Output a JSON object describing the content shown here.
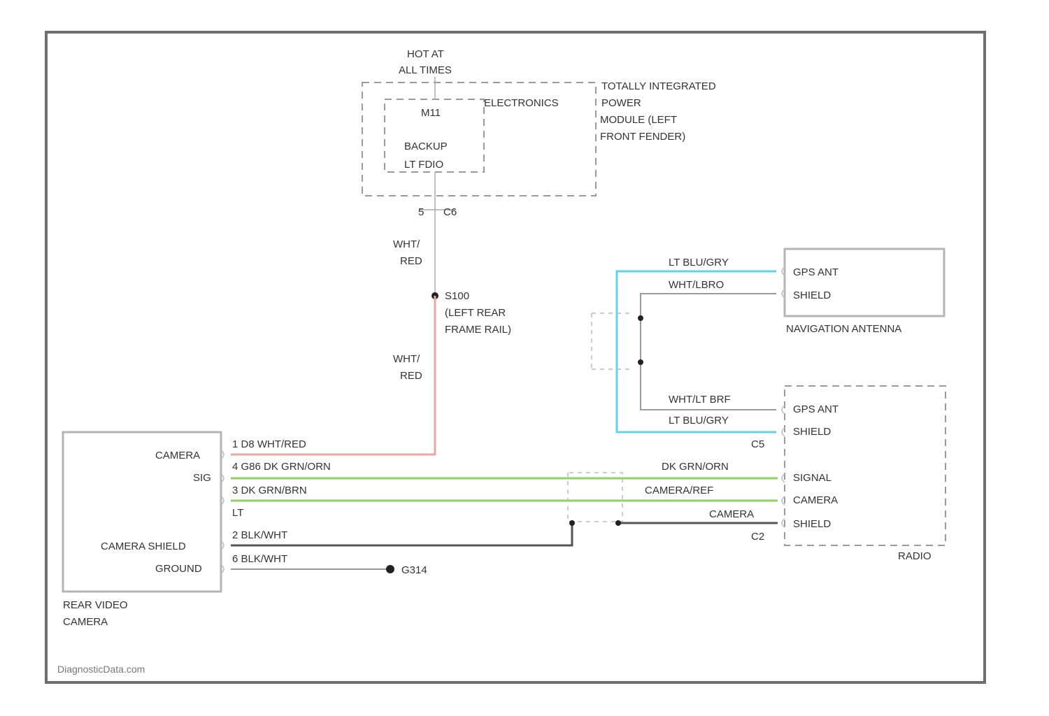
{
  "colors": {
    "wht_red": "#f2a3a3",
    "dk_grn": "#8cd35f",
    "blk": "#555555",
    "gry": "#999999",
    "lt_blu": "#5fd3ec",
    "frame": "#6e6e6e"
  },
  "labels": {
    "hot_at_all_times_1": "HOT AT",
    "hot_at_all_times_2": "ALL TIMES",
    "tipm_1": "TOTALLY INTEGRATED",
    "tipm_2": "POWER",
    "tipm_3": "MODULE (LEFT",
    "tipm_4": "FRONT FENDER)",
    "electronics": "ELECTRONICS",
    "fuse_id": "M11",
    "fuse_name": "BACKUP",
    "fuse_rating": "LT FDIO",
    "pin_left": "5",
    "connector_c6": "C6",
    "wire_wht_red_top_1": "WHT/",
    "wire_wht_red_top_2": "RED",
    "splice_id": "S100",
    "splice_loc_1": "(LEFT REAR",
    "splice_loc_2": "FRAME RAIL)",
    "wire_wht_red_mid_1": "WHT/",
    "wire_wht_red_mid_2": "RED",
    "nav_gps_ant": "GPS ANT",
    "nav_shield": "SHIELD",
    "nav_name": "NAVIGATION ANTENNA",
    "nav_wire_1": "LT BLU/GRY",
    "nav_wire_2": "WHT/LBRO",
    "radio_gps_ant": "GPS ANT",
    "radio_shield_1": "SHIELD",
    "radio_signal": "SIGNAL",
    "radio_camera": "CAMERA",
    "radio_shield_2": "SHIELD",
    "radio_name": "RADIO",
    "radio_wire_1": "WHT/LT BRF",
    "radio_wire_2": "LT BLU/GRY",
    "radio_c5": "C5",
    "radio_c2": "C2",
    "wire_dk_grn_orn": "DK GRN/ORN",
    "wire_camera_right": "CAMERA/REF",
    "wire_shield_right": "CAMERA",
    "camera_pin_camera": "CAMERA",
    "camera_pin_sig": "SIG",
    "camera_pin_camera_shield": "CAMERA SHIELD",
    "camera_pin_ground": "GROUND",
    "camera_name_1": "REAR VIDEO",
    "camera_name_2": "CAMERA",
    "camera_wire_1": "1 D8 WHT/RED",
    "camera_wire_2": "4 G86 DK GRN/ORN",
    "camera_wire_3": "3 DK GRN/BRN",
    "camera_wire_4": "LT",
    "camera_wire_5": "2 BLK/WHT",
    "camera_wire_6": "6 BLK/WHT",
    "ground_id": "G314",
    "watermark": "DiagnosticData.com"
  }
}
